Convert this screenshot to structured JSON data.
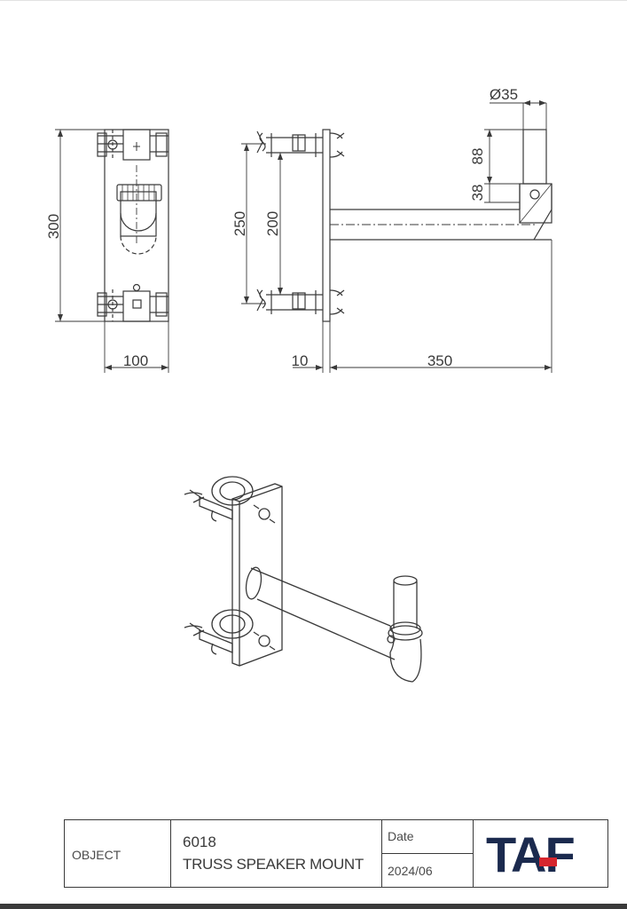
{
  "drawing": {
    "dimensions": {
      "front_height": "300",
      "front_width": "100",
      "side_clamp_spacing": "250",
      "side_clamp_inner": "200",
      "pole_diameter": "Ø35",
      "pole_height": "88",
      "pole_offset": "38",
      "plate_thickness": "10",
      "arm_length": "350"
    }
  },
  "title_block": {
    "object_label": "OBJECT",
    "code": "6018",
    "name": "TRUSS SPEAKER MOUNT",
    "date_label": "Date",
    "date_value": "2024/06",
    "logo_text": "TAF",
    "logo_color": "#1b2a4e",
    "logo_accent": "#d6262e"
  }
}
